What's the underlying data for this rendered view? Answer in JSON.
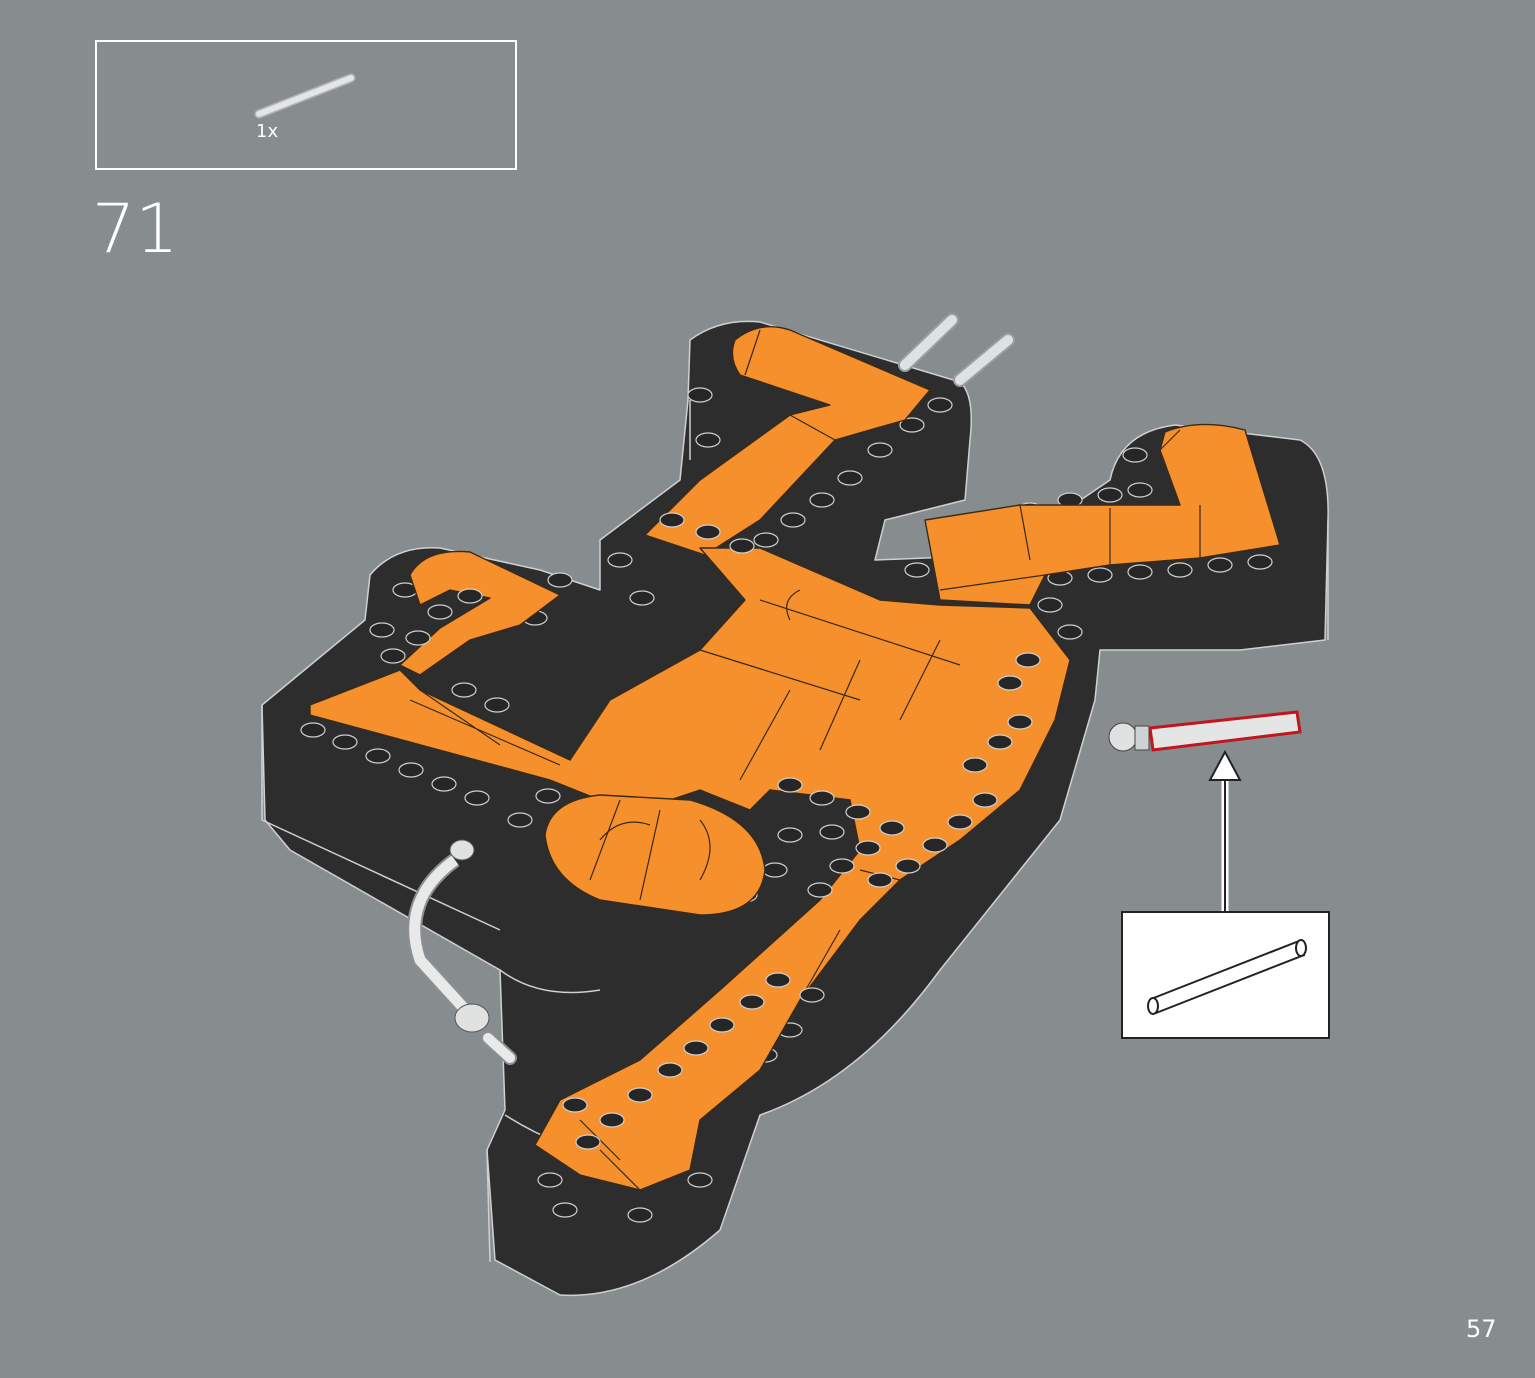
{
  "parts_list": {
    "items": [
      {
        "part": "axle-rod-icon",
        "quantity": "1x"
      }
    ]
  },
  "step_number": "71",
  "page_number": "57",
  "colors": {
    "background": "#878d8f",
    "model_dark": "#2d2d2d",
    "model_orange": "#f5902c",
    "highlight_red": "#c0161d",
    "rod_grey": "#d8dbdb"
  }
}
